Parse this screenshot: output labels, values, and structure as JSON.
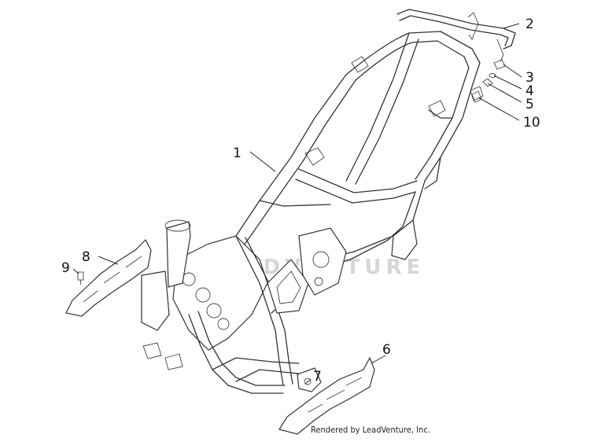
{
  "callouts": [
    {
      "id": "1",
      "label": "1"
    },
    {
      "id": "2",
      "label": "2"
    },
    {
      "id": "3",
      "label": "3"
    },
    {
      "id": "4",
      "label": "4"
    },
    {
      "id": "5",
      "label": "5"
    },
    {
      "id": "6",
      "label": "6"
    },
    {
      "id": "7",
      "label": "7"
    },
    {
      "id": "8",
      "label": "8"
    },
    {
      "id": "9",
      "label": "9"
    },
    {
      "id": "10",
      "label": "10"
    }
  ],
  "watermark": "LEADVENTURE",
  "credit": "Rendered by LeadVenture, Inc.",
  "colors": {
    "line": "#333333",
    "watermark": "#d6d6d6",
    "background": "#ffffff"
  }
}
